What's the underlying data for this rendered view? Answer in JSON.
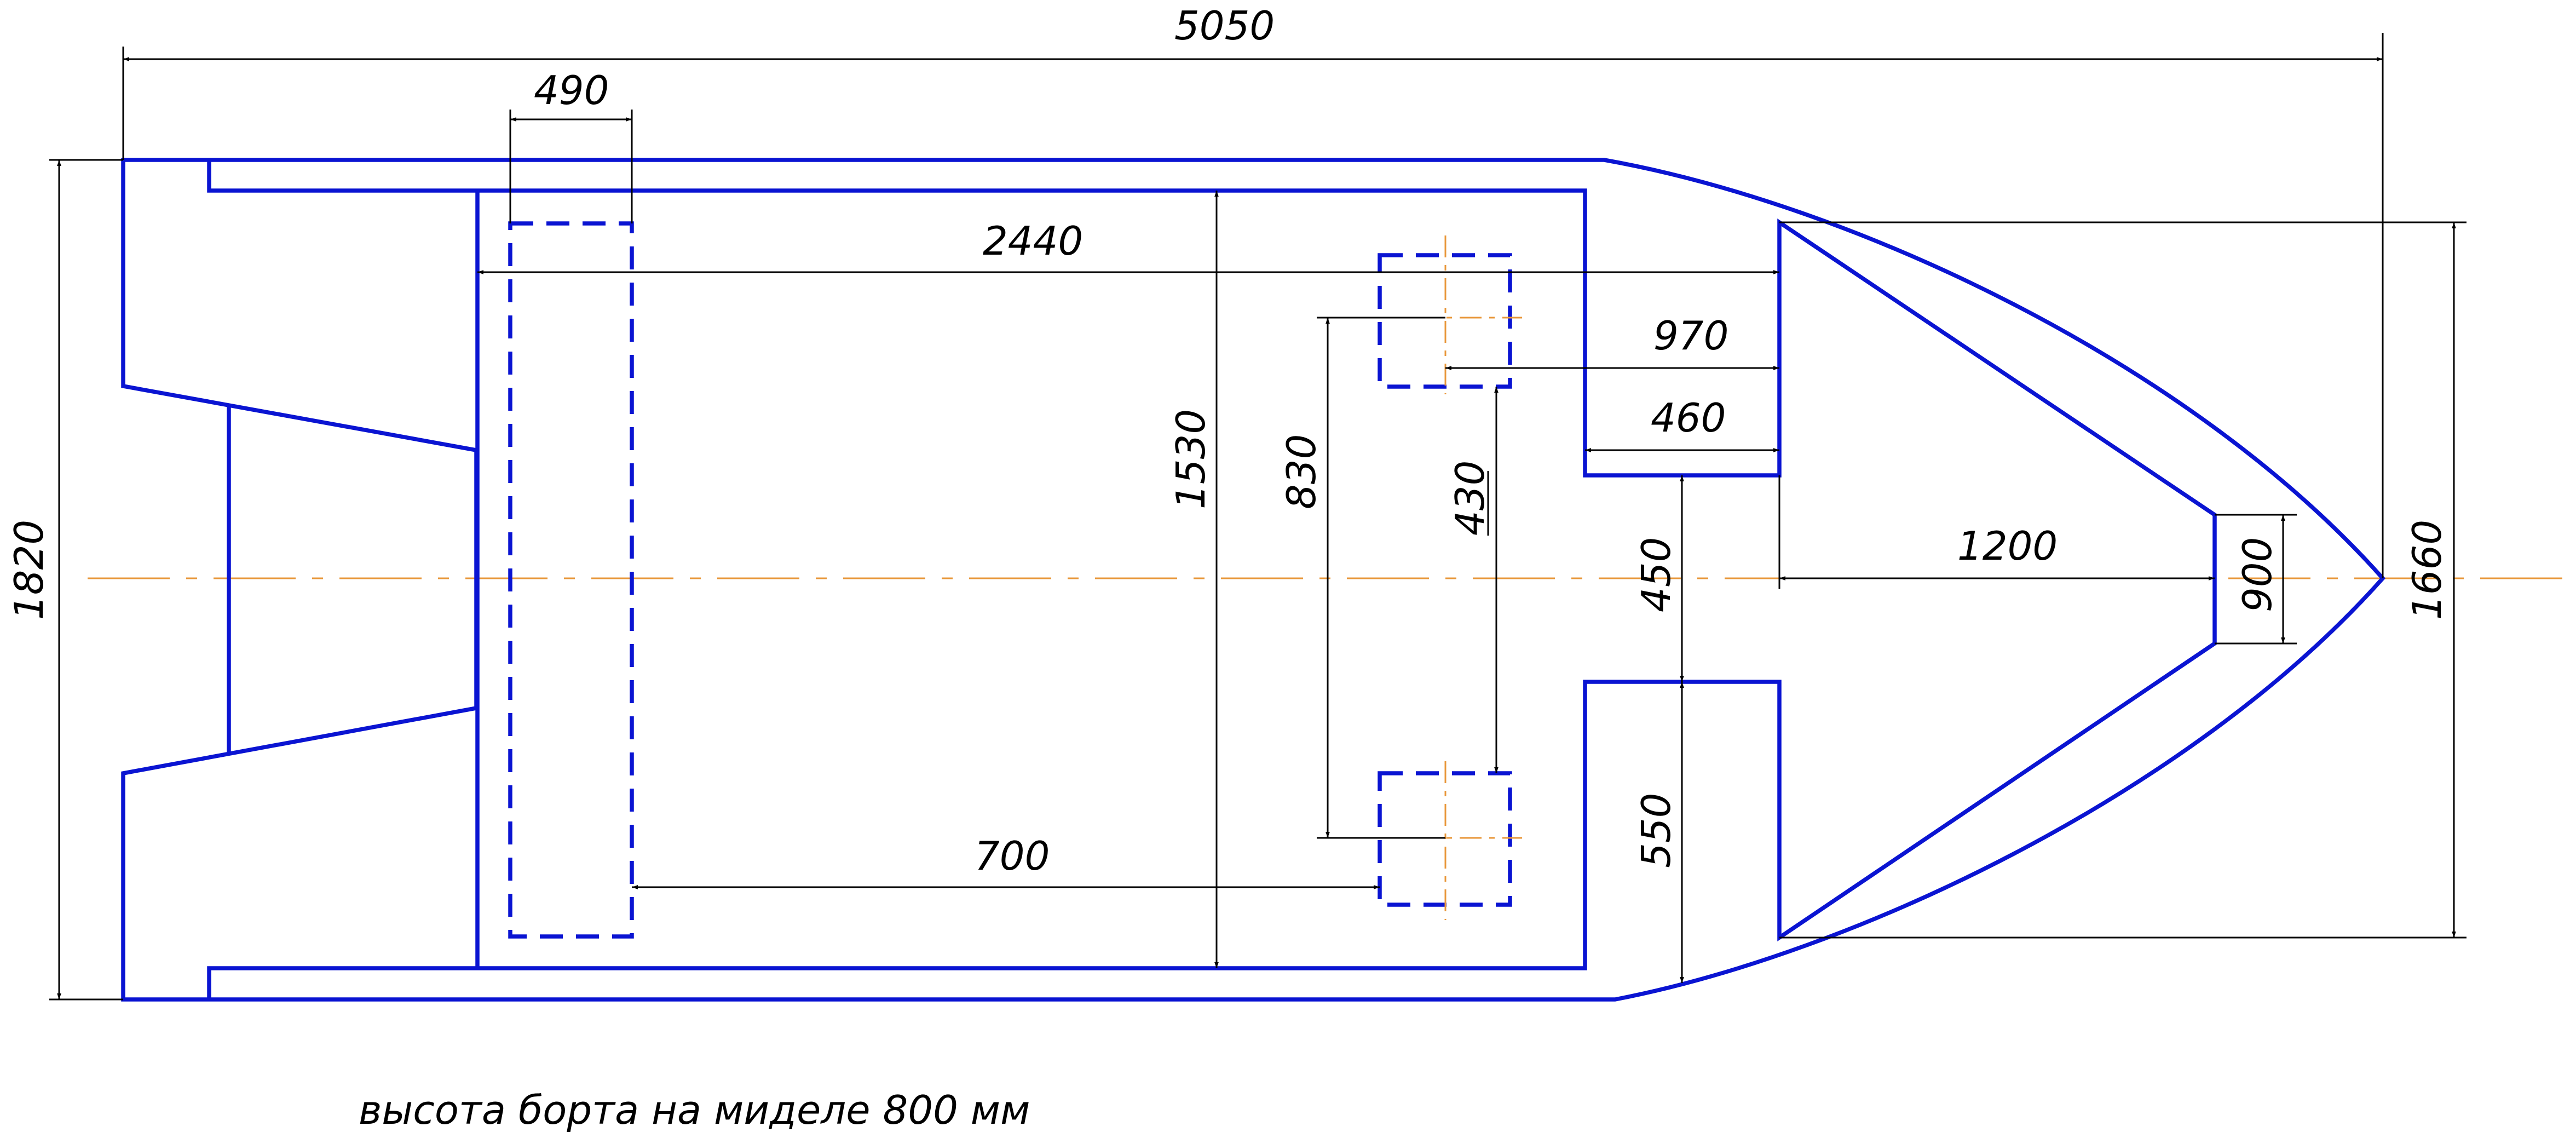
{
  "dimensions": {
    "overall_length": "5050",
    "seat_width": "490",
    "inner_length": "2440",
    "inner_width": "1530",
    "overall_width": "1820",
    "fixture_spacing": "830",
    "fixture_offset": "430",
    "fixture_to_bow": "970",
    "console_depth": "460",
    "center_gap": "450",
    "console_width": "550",
    "bow_deck_length": "1200",
    "bow_deck_width": "900",
    "bow_width": "1660",
    "seat_to_fixture": "700"
  },
  "note": "высота борта на миделе 800 мм",
  "colors": {
    "outline": "#0a14d2",
    "centerline": "#e8973a",
    "dimension": "#000000"
  }
}
